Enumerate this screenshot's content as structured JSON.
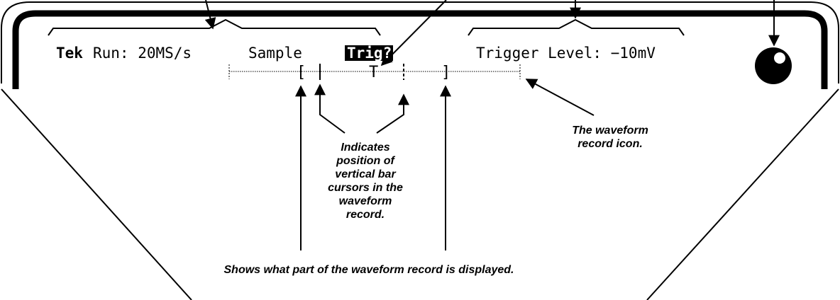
{
  "status_bar": {
    "brand": "Tek",
    "run": "Run: 20MS/s",
    "acquisition_mode": "Sample",
    "trigger_status": "Trig?",
    "trigger_level": "Trigger Level: −10mV"
  },
  "record_icon": {
    "left_bracket": "[",
    "right_bracket": "]",
    "trigger_marker": "T"
  },
  "knob": {
    "icon": "knob-icon"
  },
  "callouts": {
    "cursors": "Indicates position of vertical bar cursors in the waveform record.",
    "cursors_lines": [
      "Indicates",
      "position of",
      "vertical bar",
      "cursors in the",
      "waveform",
      "record."
    ],
    "record_icon_lines": [
      "The waveform",
      "record icon."
    ],
    "displayed": "Shows what part of the waveform record is displayed."
  },
  "colors": {
    "ink": "#000000",
    "paper": "#ffffff"
  }
}
